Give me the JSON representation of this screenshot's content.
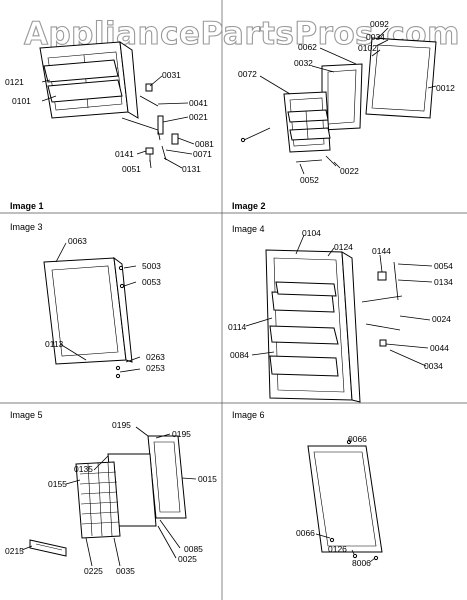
{
  "watermark": "AppliancePartsPros.com",
  "panels": [
    {
      "title": "Image 1",
      "labels": [
        "0121",
        "0101",
        "0031",
        "0041",
        "0021",
        "0081",
        "0071",
        "0141",
        "0051",
        "0131"
      ]
    },
    {
      "title": "Image 2",
      "labels": [
        "0092",
        "0034",
        "0102",
        "0062",
        "0032",
        "0072",
        "0012",
        "0052",
        "0022"
      ]
    },
    {
      "title": "Image 3",
      "labels": [
        "0063",
        "5003",
        "0053",
        "0113",
        "0263",
        "0253"
      ]
    },
    {
      "title": "Image 4",
      "labels": [
        "0104",
        "0124",
        "0144",
        "0054",
        "0134",
        "0114",
        "0024",
        "0084",
        "0044",
        "0034"
      ]
    },
    {
      "title": "Image 5",
      "labels": [
        "0195",
        "0195",
        "0135",
        "0015",
        "0155",
        "0085",
        "0025",
        "0215",
        "0225",
        "0035"
      ]
    },
    {
      "title": "Image 6",
      "labels": [
        "0066",
        "0066",
        "0126",
        "8006"
      ]
    }
  ]
}
